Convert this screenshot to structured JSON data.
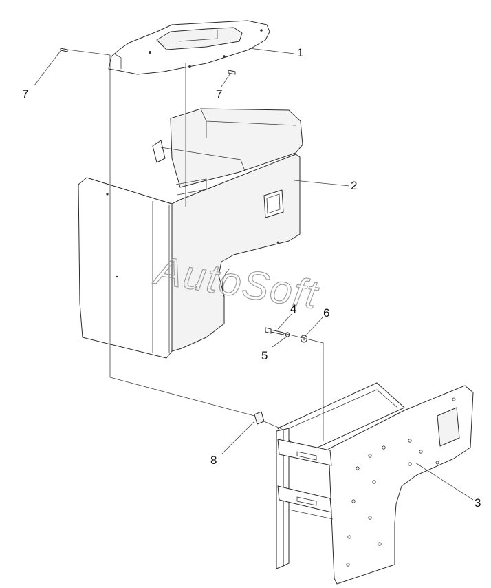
{
  "diagram": {
    "callouts": [
      {
        "id": "c1",
        "label": "1"
      },
      {
        "id": "c2",
        "label": "2"
      },
      {
        "id": "c3",
        "label": "3"
      },
      {
        "id": "c4",
        "label": "4"
      },
      {
        "id": "c5",
        "label": "5"
      },
      {
        "id": "c6",
        "label": "6"
      },
      {
        "id": "c7a",
        "label": "7"
      },
      {
        "id": "c7b",
        "label": "7"
      },
      {
        "id": "c8",
        "label": "8"
      }
    ],
    "watermark": "AutoSoft"
  }
}
